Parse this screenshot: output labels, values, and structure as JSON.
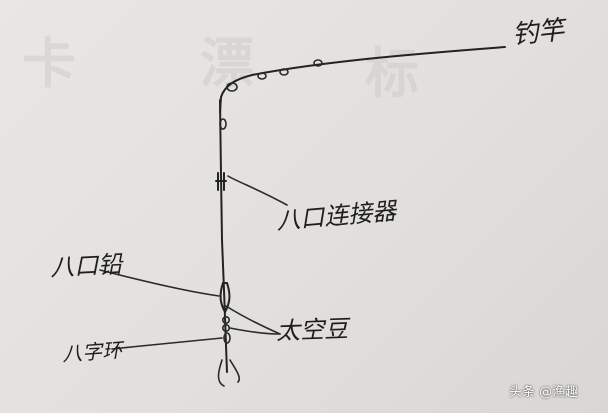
{
  "watermark": {
    "text": [
      "卡",
      "漂",
      "标"
    ]
  },
  "labels": {
    "rod": "钓竿",
    "connector": "八口连接器",
    "sinker": "八口铅",
    "bean": "太空豆",
    "swivel": "八字环"
  },
  "credit": "头条 @渔趣",
  "colors": {
    "ink": "#232323",
    "paper": "#e4e2de"
  }
}
